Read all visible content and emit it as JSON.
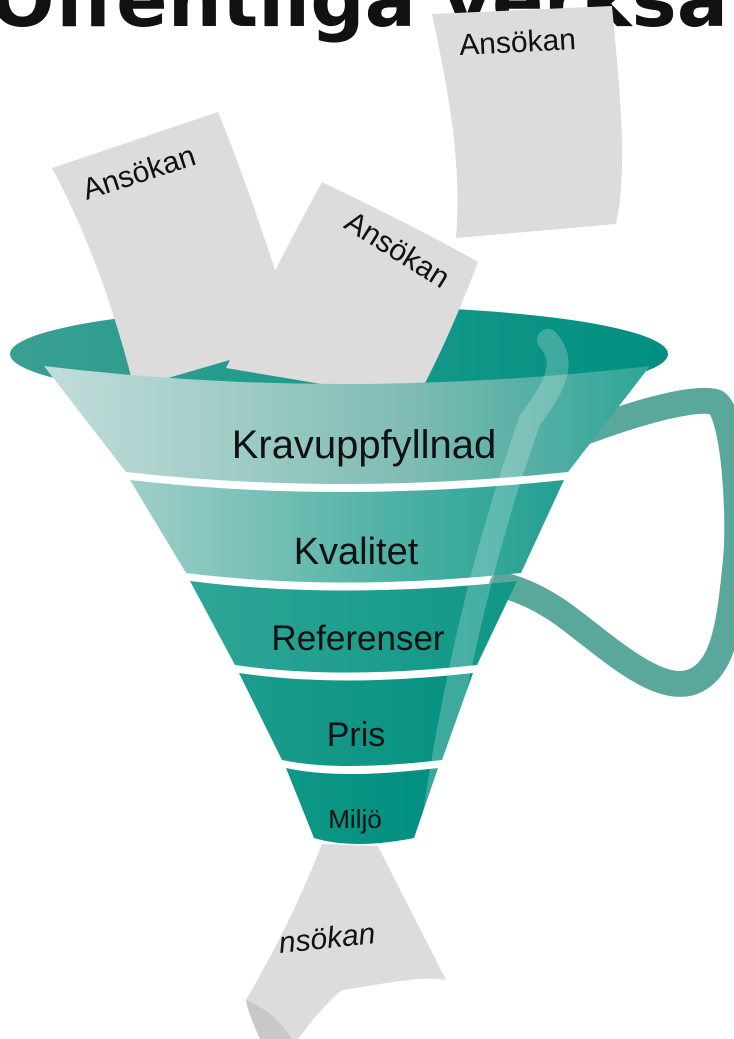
{
  "title": "Offentliga verksa",
  "stages": [
    {
      "label": "Kravuppfyllnad"
    },
    {
      "label": "Kvalitet"
    },
    {
      "label": "Referenser"
    },
    {
      "label": "Pris"
    },
    {
      "label": "Miljö"
    }
  ],
  "documents": [
    {
      "label": "Ansökan"
    },
    {
      "label": "Ansökan"
    },
    {
      "label": "Ansökan"
    },
    {
      "label": "nsökan"
    }
  ],
  "colors": {
    "teal_dark": "#008f80",
    "teal_mid": "#2ea597",
    "teal_light": "#9ccac5",
    "handle": "#5aa89c",
    "paper": "#dcdcdc",
    "text": "#111111"
  }
}
